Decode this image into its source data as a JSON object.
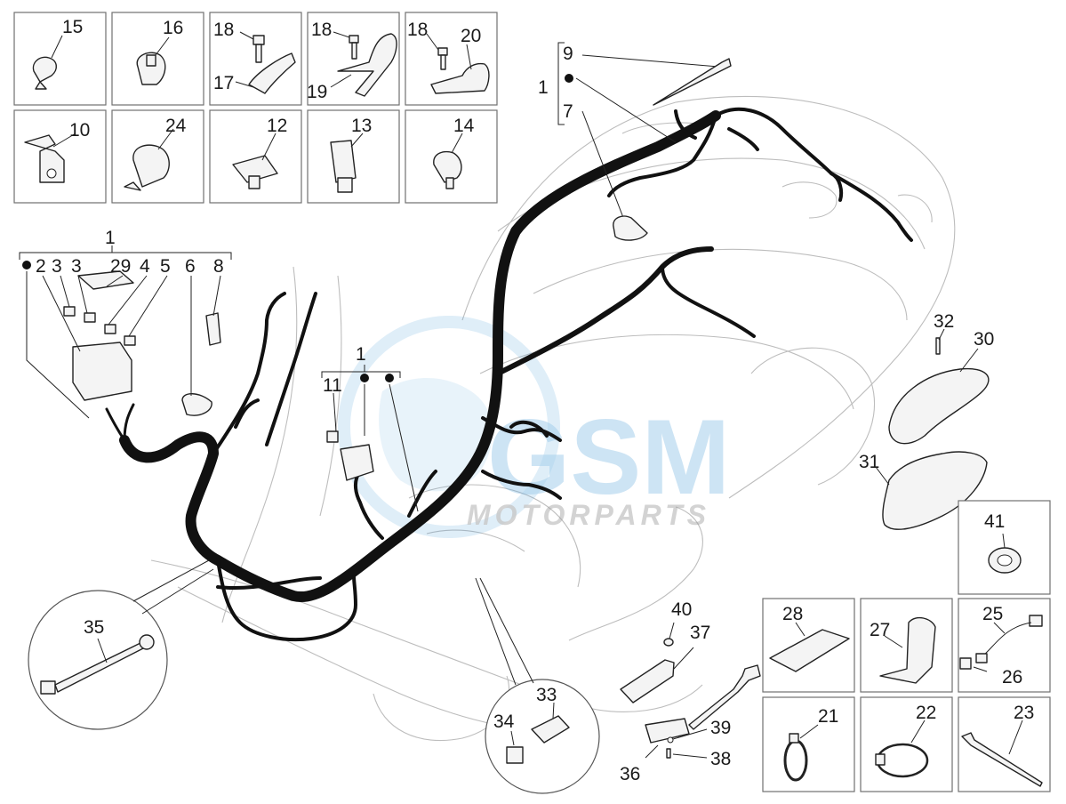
{
  "watermark": {
    "brand": "GSM",
    "sub": "MOTORPARTS",
    "color_blue": "#5aa7dc",
    "color_grey": "#9a9a9a"
  },
  "callouts": {
    "box15": "15",
    "box16": "16",
    "box18a": "18",
    "box17": "17",
    "box18b": "18",
    "box19": "19",
    "box18c": "18",
    "box20": "20",
    "box10": "10",
    "box24": "24",
    "box12": "12",
    "box13": "13",
    "box14": "14",
    "top9": "9",
    "top1": "1",
    "top7": "7",
    "left1": "1",
    "left2": "2",
    "left3a": "3",
    "left3b": "3",
    "left29": "29",
    "left4": "4",
    "left5": "5",
    "left6": "6",
    "left8": "8",
    "mid1": "1",
    "mid11": "11",
    "r32": "32",
    "r30": "30",
    "r31": "31",
    "r41": "41",
    "c35": "35",
    "c33": "33",
    "c34": "34",
    "b40": "40",
    "b37": "37",
    "b39": "39",
    "b36": "36",
    "b38": "38",
    "b28": "28",
    "b27": "27",
    "b25": "25",
    "b26": "26",
    "b21": "21",
    "b22": "22",
    "b23": "23"
  },
  "icons": [
    "clamp-icon",
    "clip-icon",
    "bolt-icon",
    "fuse-icon",
    "connector-icon",
    "cable-tie-icon",
    "relay-icon"
  ],
  "colors": {
    "harness": "#111111",
    "line": "#222222",
    "ghost": "#bdbdbd"
  }
}
